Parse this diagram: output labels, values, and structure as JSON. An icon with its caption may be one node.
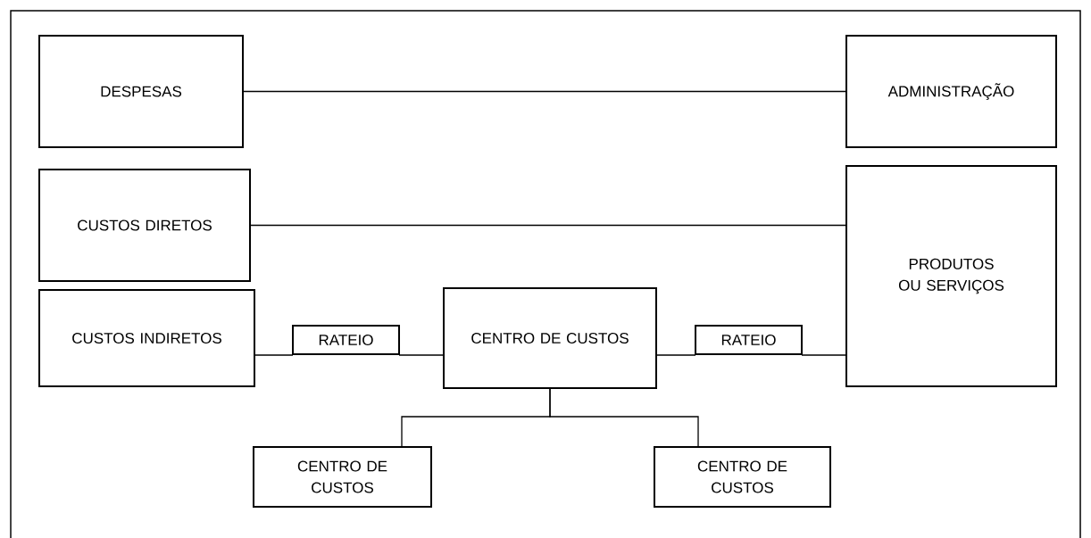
{
  "diagram": {
    "nodes": [
      {
        "text": [
          "DESPESAS"
        ]
      },
      {
        "text": [
          "ADMINISTRAÇÃO"
        ]
      },
      {
        "text": [
          "CUSTOS DIRETOS"
        ]
      },
      {
        "text": [
          "PRODUTOS OU SERVIÇOS"
        ]
      },
      {
        "text": [
          "CUSTOS INDIRETOS"
        ]
      },
      {
        "text": [
          "RATEIO"
        ]
      },
      {
        "text": [
          "CENTRO DE CUSTOS"
        ]
      },
      {
        "text": [
          "RATEIO"
        ]
      },
      {
        "text": [
          "CENTRO DE CUSTOS"
        ]
      },
      {
        "text": [
          "CENTRO DE CUSTOS"
        ]
      }
    ],
    "edges": [
      {
        "from": 0,
        "to": 1,
        "arrow": "none"
      },
      {
        "from": 2,
        "to": 3,
        "arrow": "none"
      },
      {
        "from": 4,
        "to": 5,
        "arrow": "none"
      },
      {
        "from": 5,
        "to": 6,
        "arrow": "none"
      },
      {
        "from": 6,
        "to": 7,
        "arrow": "none"
      },
      {
        "from": 7,
        "to": 3,
        "arrow": "none"
      },
      {
        "from": 6,
        "to": 8,
        "arrow": "none"
      },
      {
        "from": 6,
        "to": 9,
        "arrow": "none"
      }
    ]
  }
}
